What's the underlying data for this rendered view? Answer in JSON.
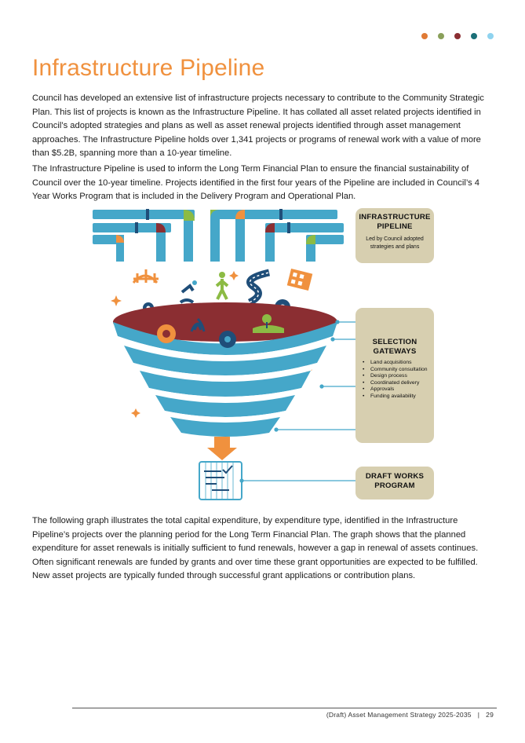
{
  "header": {
    "dot_colors": [
      "#e07a35",
      "#8aa05a",
      "#8b2e32",
      "#1b6f78",
      "#8fd3ef"
    ]
  },
  "page": {
    "title": "Infrastructure Pipeline",
    "paragraphs": [
      "Council has developed an extensive list of infrastructure projects necessary to contribute to the Community Strategic Plan.  This list of projects is known as the Infrastructure Pipeline.  It has collated all asset related projects identified in Council’s adopted strategies and plans as well as asset renewal projects identified through asset management approaches.  The Infrastructure Pipeline holds over 1,341 projects or programs of renewal work with a value of more than $5.2B, spanning more than a 10-year timeline.",
      "The Infrastructure Pipeline is used to inform the Long Term Financial Plan to ensure the financial sustainability of Council over the 10-year timeline.  Projects identified in the first four years of the Pipeline are included in Council’s 4 Year Works Program that is included in the Delivery Program and Operational Plan.",
      "The following graph illustrates the total capital expenditure, by expenditure type, identified in the Infrastructure Pipeline’s projects over the planning period for the Long Term Financial Plan.  The graph shows that the planned expenditure for asset renewals is initially sufficient to fund renewals, however a gap in renewal of assets continues. Often significant renewals are funded by grants and over time these grant opportunities are expected to be fulfilled. New asset projects are typically funded through successful grant applications or contribution plans."
    ]
  },
  "diagram": {
    "pipeline_box": {
      "title_line1": "INFRASTRUCTURE",
      "title_line2": "PIPELINE",
      "subtitle": "Led by Council adopted strategies and plans"
    },
    "gateways_box": {
      "title_line1": "SELECTION",
      "title_line2": "GATEWAYS",
      "items": [
        "Land acquisitions",
        "Community consultation",
        "Design process",
        "Coordinated delivery",
        "Approvals",
        "Funding availability"
      ]
    },
    "works_box": {
      "title_line1": "DRAFT WORKS",
      "title_line2": "PROGRAM"
    },
    "colors": {
      "pipe": "#45a7c9",
      "pipe_dark": "#2f86a6",
      "funnel_red": "#8b2e32",
      "funnel_blue": "#45a7c9",
      "orange": "#f0913e",
      "green": "#8cbb44",
      "navy": "#1f4e79",
      "box_bg": "#d7cfb0"
    }
  },
  "footer": {
    "document": "(Draft) Asset Management Strategy 2025-2035",
    "separator": "|",
    "page_number": "29"
  }
}
